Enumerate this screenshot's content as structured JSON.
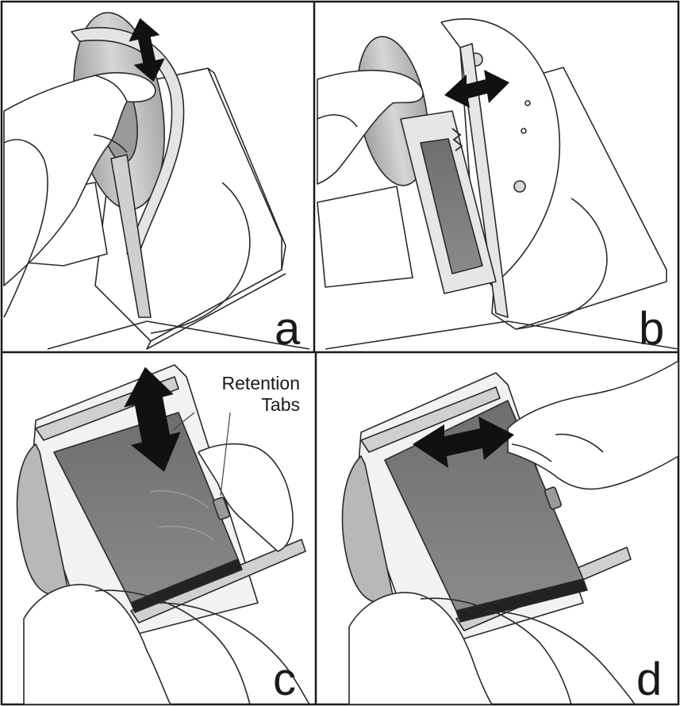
{
  "panels": [
    {
      "letter": "a"
    },
    {
      "letter": "b"
    },
    {
      "letter": "c",
      "callout": [
        "Retention",
        "Tabs"
      ]
    },
    {
      "letter": "d"
    }
  ],
  "colors": {
    "line": "#2a2a2a",
    "shade": "#bdbdbd",
    "dark": "#7a7a7a",
    "arrow": "#111111"
  }
}
